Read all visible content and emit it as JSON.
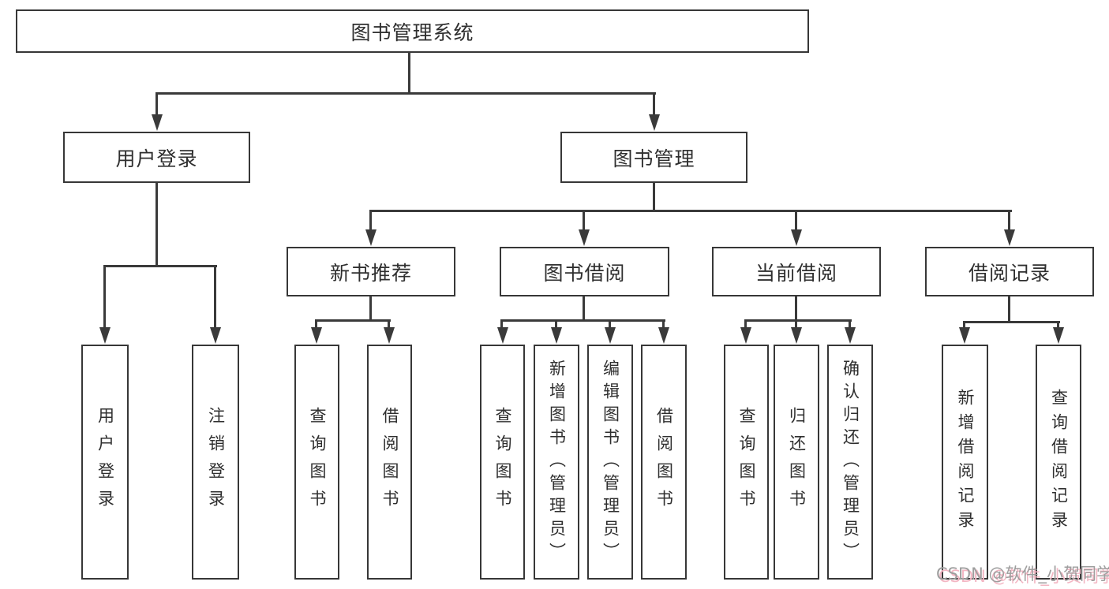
{
  "tree": {
    "root": {
      "label": "图书管理系统"
    },
    "branches": [
      {
        "label": "用户登录",
        "children": [
          {
            "label": "用户登录"
          },
          {
            "label": "注销登录"
          }
        ]
      },
      {
        "label": "图书管理",
        "children": [
          {
            "label": "新书推荐",
            "children": [
              {
                "label": "查询图书"
              },
              {
                "label": "借阅图书"
              }
            ]
          },
          {
            "label": "图书借阅",
            "children": [
              {
                "label": "查询图书"
              },
              {
                "label": "新增图书（管理员）"
              },
              {
                "label": "编辑图书（管理员）"
              },
              {
                "label": "借阅图书"
              }
            ]
          },
          {
            "label": "当前借阅",
            "children": [
              {
                "label": "查询图书"
              },
              {
                "label": "归还图书"
              },
              {
                "label": "确认归还（管理员）"
              }
            ]
          },
          {
            "label": "借阅记录",
            "children": [
              {
                "label": "新增借阅记录"
              },
              {
                "label": "查询借阅记录"
              }
            ]
          }
        ]
      }
    ]
  },
  "watermark": {
    "text": "CSDN @软件_小贺同学"
  },
  "colors": {
    "line": "#3a3a3a",
    "box_border": "#373737",
    "text": "#2f2f2f",
    "background": "#ffffff",
    "watermark_text": "#9e9e9e",
    "watermark_shadow": "#f3b6c3"
  }
}
